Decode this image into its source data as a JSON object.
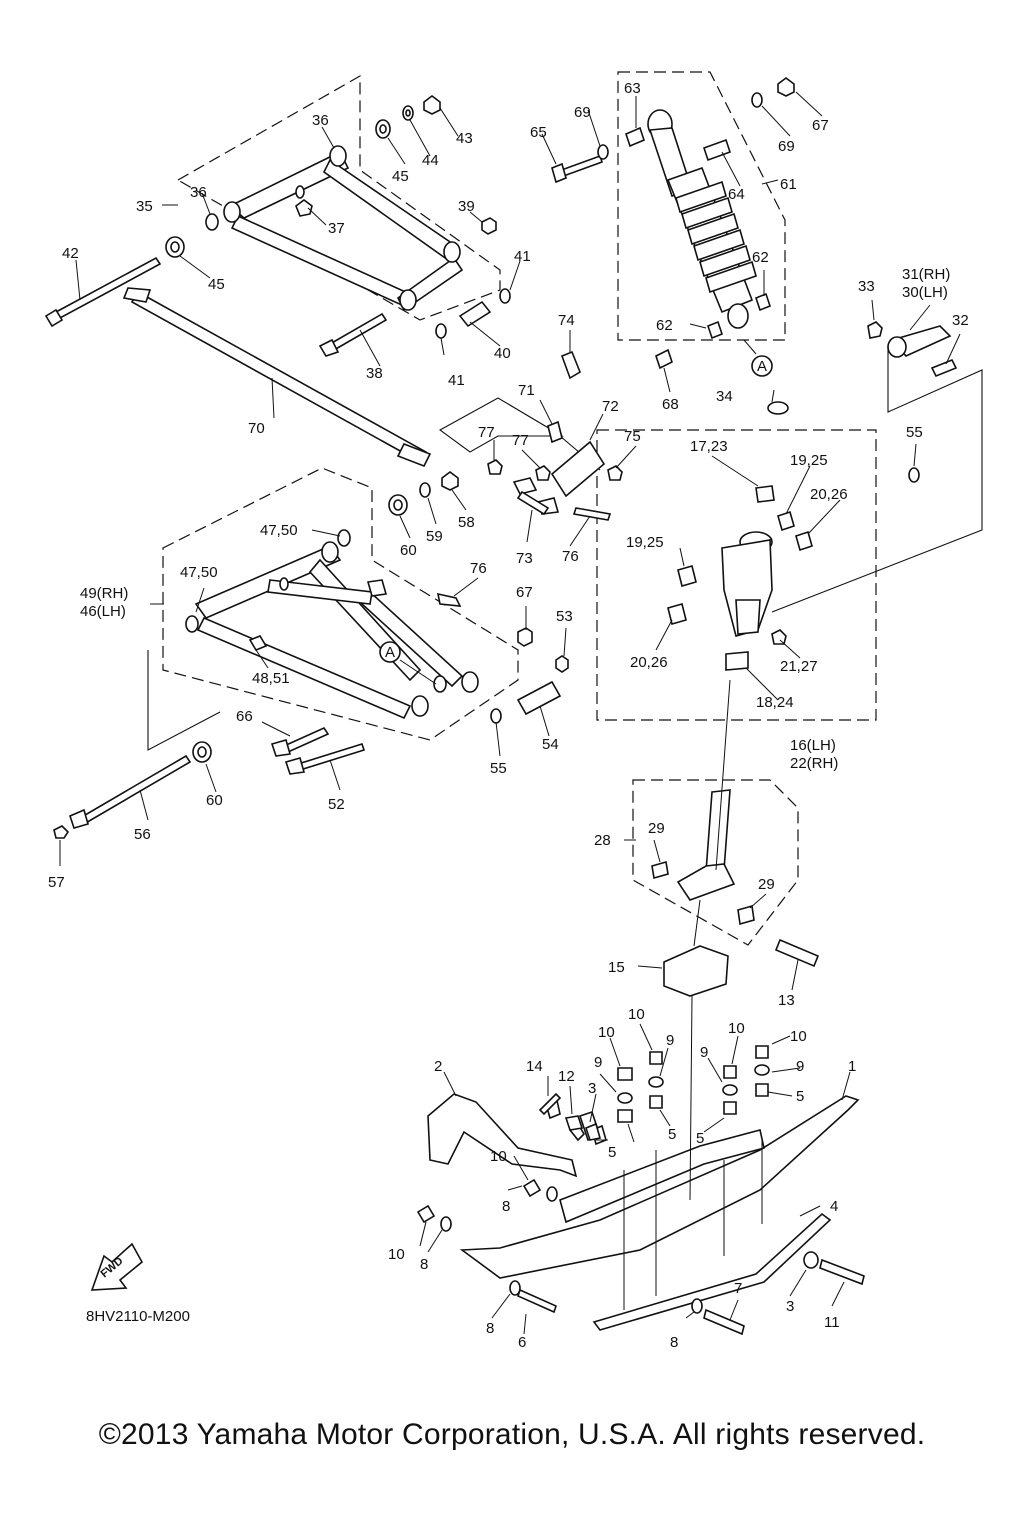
{
  "diagram_code": "8HV2110-M200",
  "copyright": "©2013 Yamaha Motor Corporation, U.S.A. All rights reserved.",
  "fwd_label": "FWD",
  "ref_marker": "A",
  "callouts": {
    "c1": "1",
    "c2": "2",
    "c3a": "3",
    "c3b": "3",
    "c4": "4",
    "c5a": "5",
    "c5b": "5",
    "c5c": "5",
    "c5d": "5",
    "c5e": "5",
    "c6": "6",
    "c7": "7",
    "c8a": "8",
    "c8b": "8",
    "c8c": "8",
    "c8d": "8",
    "c9a": "9",
    "c9b": "9",
    "c9c": "9",
    "c9d": "9",
    "c10a": "10",
    "c10b": "10",
    "c10c": "10",
    "c10d": "10",
    "c10e": "10",
    "c10f": "10",
    "c11": "11",
    "c12": "12",
    "c13": "13",
    "c14": "14",
    "c15": "15",
    "c16_22a": "16(LH)",
    "c16_22b": "22(RH)",
    "c17_23": "17,23",
    "c18_24": "18,24",
    "c19_25a": "19,25",
    "c19_25b": "19,25",
    "c20_26a": "20,26",
    "c20_26b": "20,26",
    "c21_27": "21,27",
    "c28": "28",
    "c29a": "29",
    "c29b": "29",
    "c30_31a": "31(RH)",
    "c30_31b": "30(LH)",
    "c32": "32",
    "c33": "33",
    "c34": "34",
    "c35": "35",
    "c36a": "36",
    "c36b": "36",
    "c37": "37",
    "c38": "38",
    "c39": "39",
    "c40": "40",
    "c41a": "41",
    "c41b": "41",
    "c42": "42",
    "c43": "43",
    "c44": "44",
    "c45a": "45",
    "c45b": "45",
    "c46_49a": "49(RH)",
    "c46_49b": "46(LH)",
    "c47_50a": "47,50",
    "c47_50b": "47,50",
    "c48_51": "48,51",
    "c52": "52",
    "c53": "53",
    "c54": "54",
    "c55a": "55",
    "c55b": "55",
    "c56": "56",
    "c57": "57",
    "c58": "58",
    "c59": "59",
    "c60a": "60",
    "c60b": "60",
    "c61": "61",
    "c62a": "62",
    "c62b": "62",
    "c63": "63",
    "c64": "64",
    "c65": "65",
    "c66": "66",
    "c67a": "67",
    "c67b": "67",
    "c68": "68",
    "c69a": "69",
    "c69b": "69",
    "c70": "70",
    "c71": "71",
    "c72": "72",
    "c73": "73",
    "c74": "74",
    "c75": "75",
    "c76a": "76",
    "c76b": "76",
    "c77a": "77",
    "c77b": "77"
  }
}
